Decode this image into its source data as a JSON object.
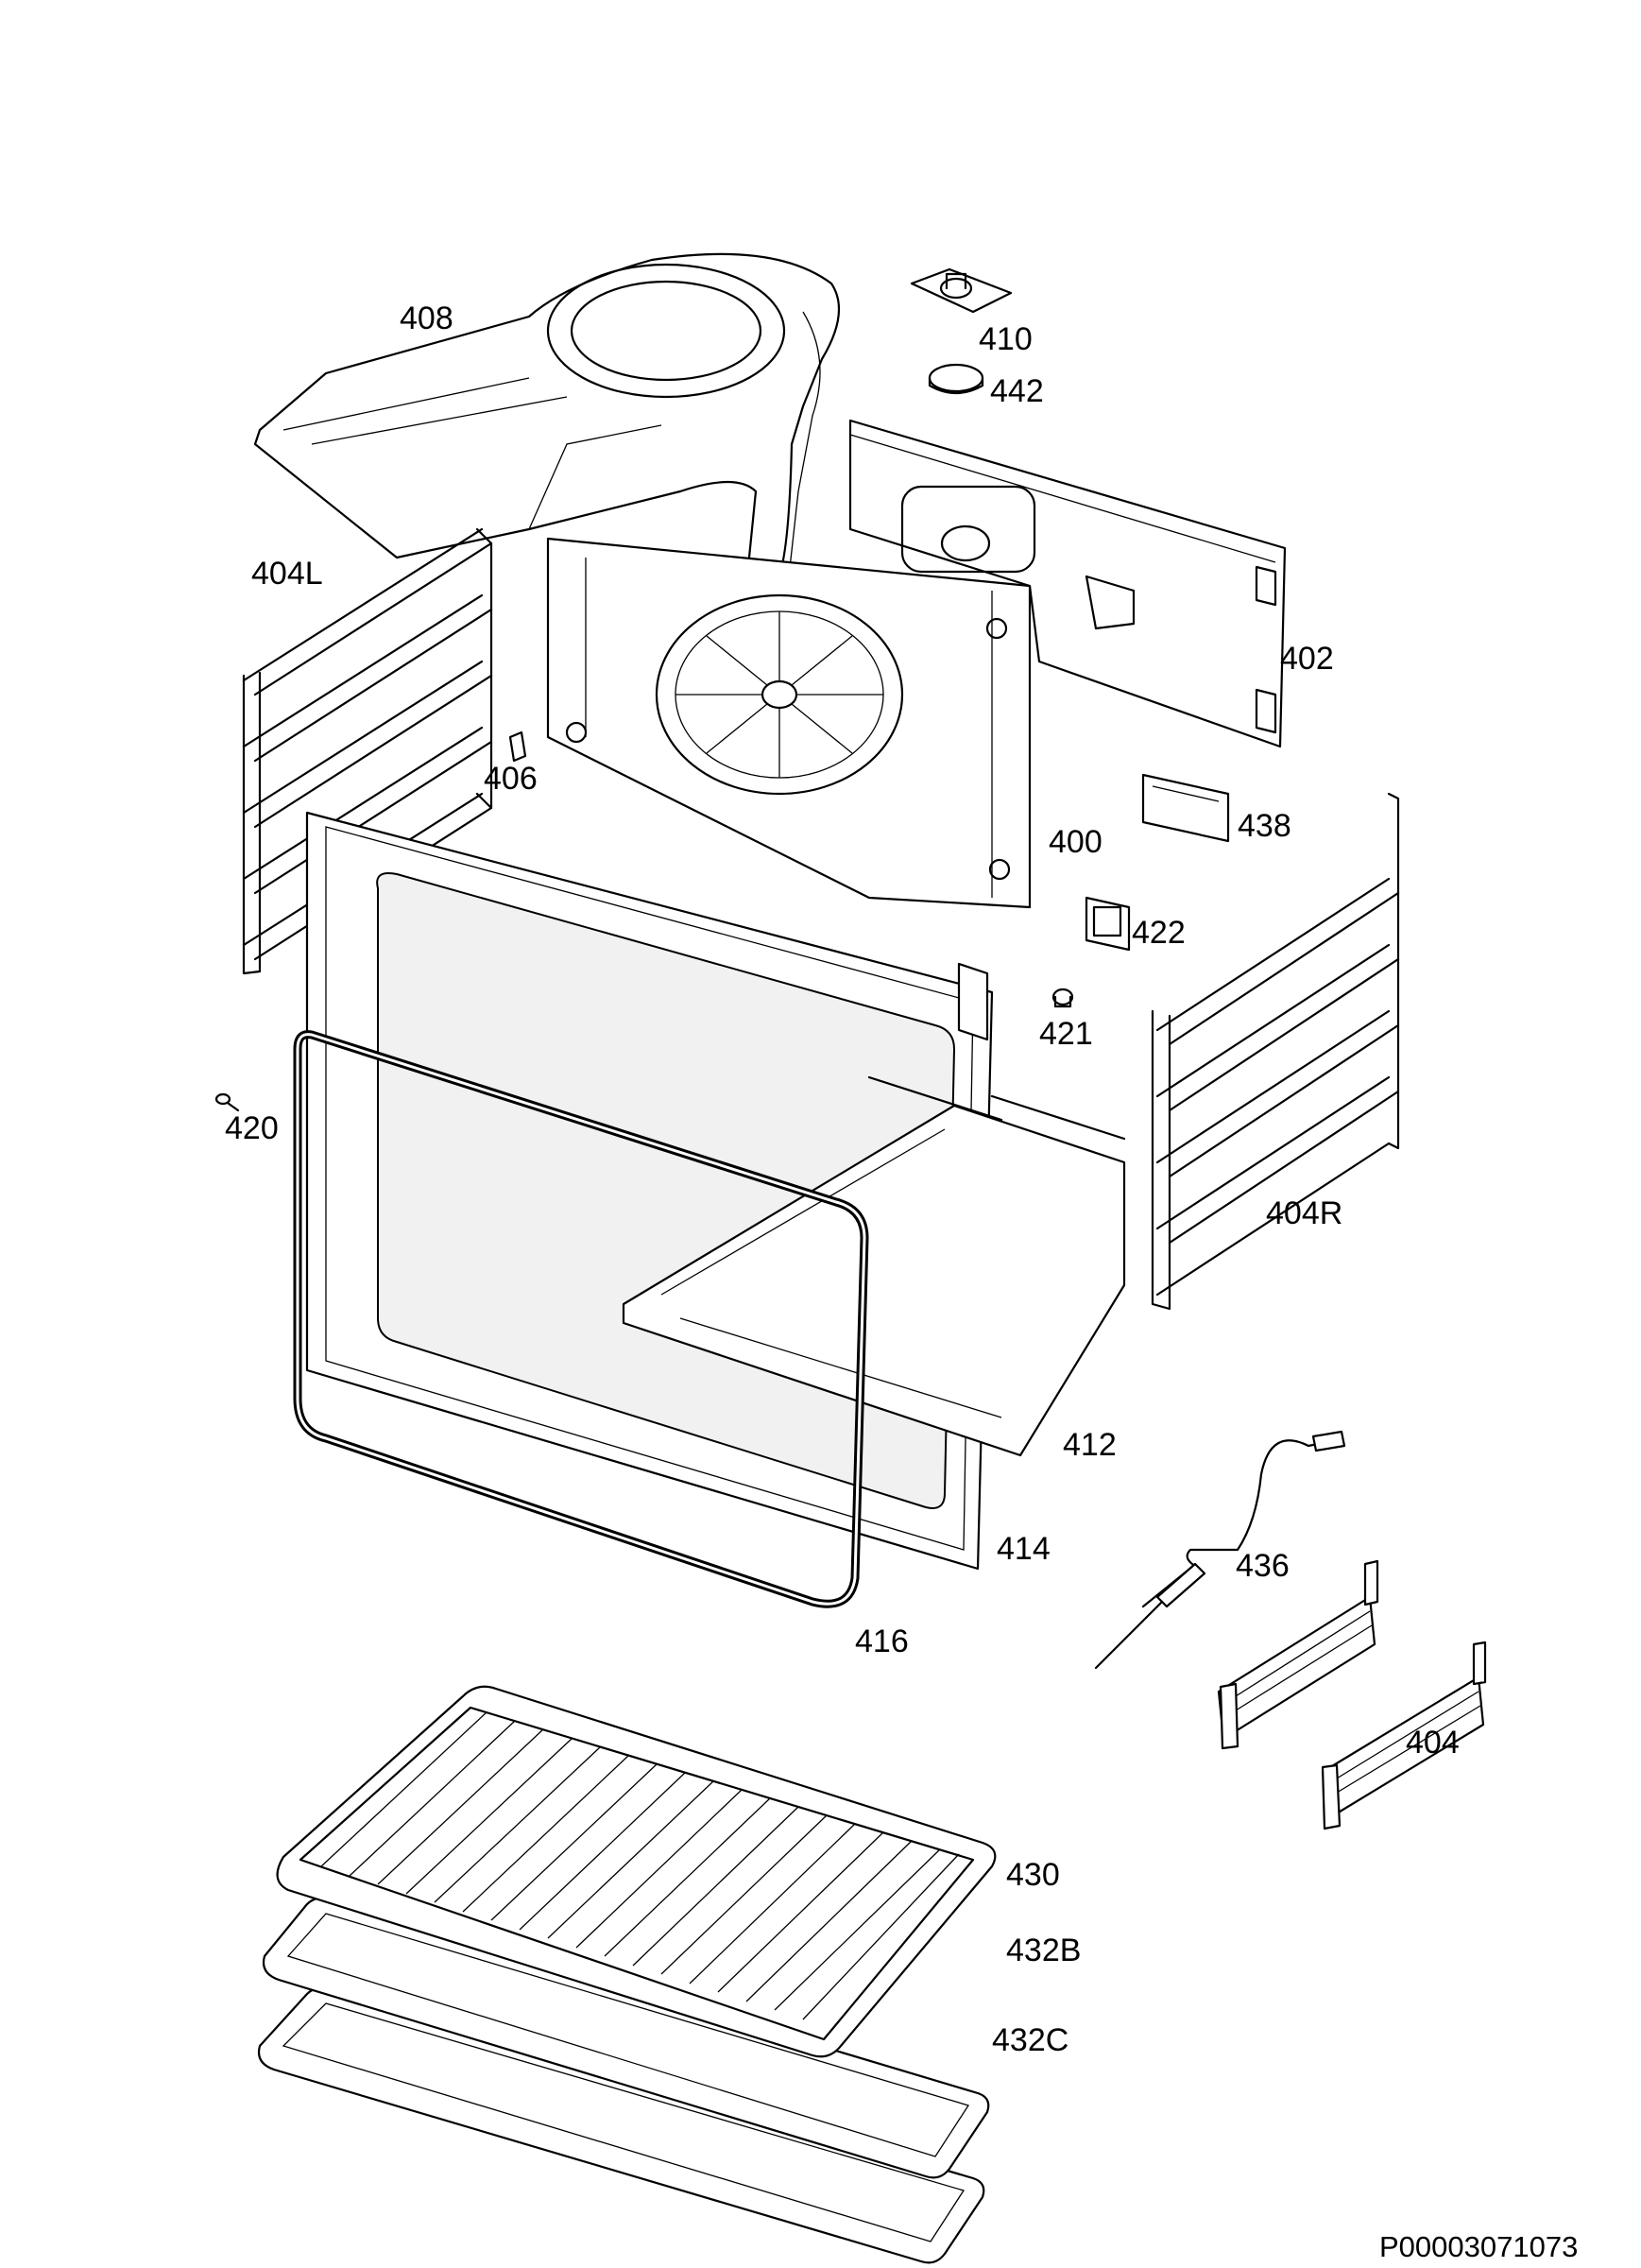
{
  "diagram": {
    "labels": {
      "l408": "408",
      "l410": "410",
      "l442": "442",
      "l404L": "404L",
      "l402": "402",
      "l406": "406",
      "l400": "400",
      "l438": "438",
      "l422": "422",
      "l421": "421",
      "l420": "420",
      "l404R": "404R",
      "l412": "412",
      "l414": "414",
      "l416": "416",
      "l436": "436",
      "l404": "404",
      "l430": "430",
      "l432B": "432B",
      "l432C": "432C"
    },
    "document_id": "P00003071073"
  }
}
